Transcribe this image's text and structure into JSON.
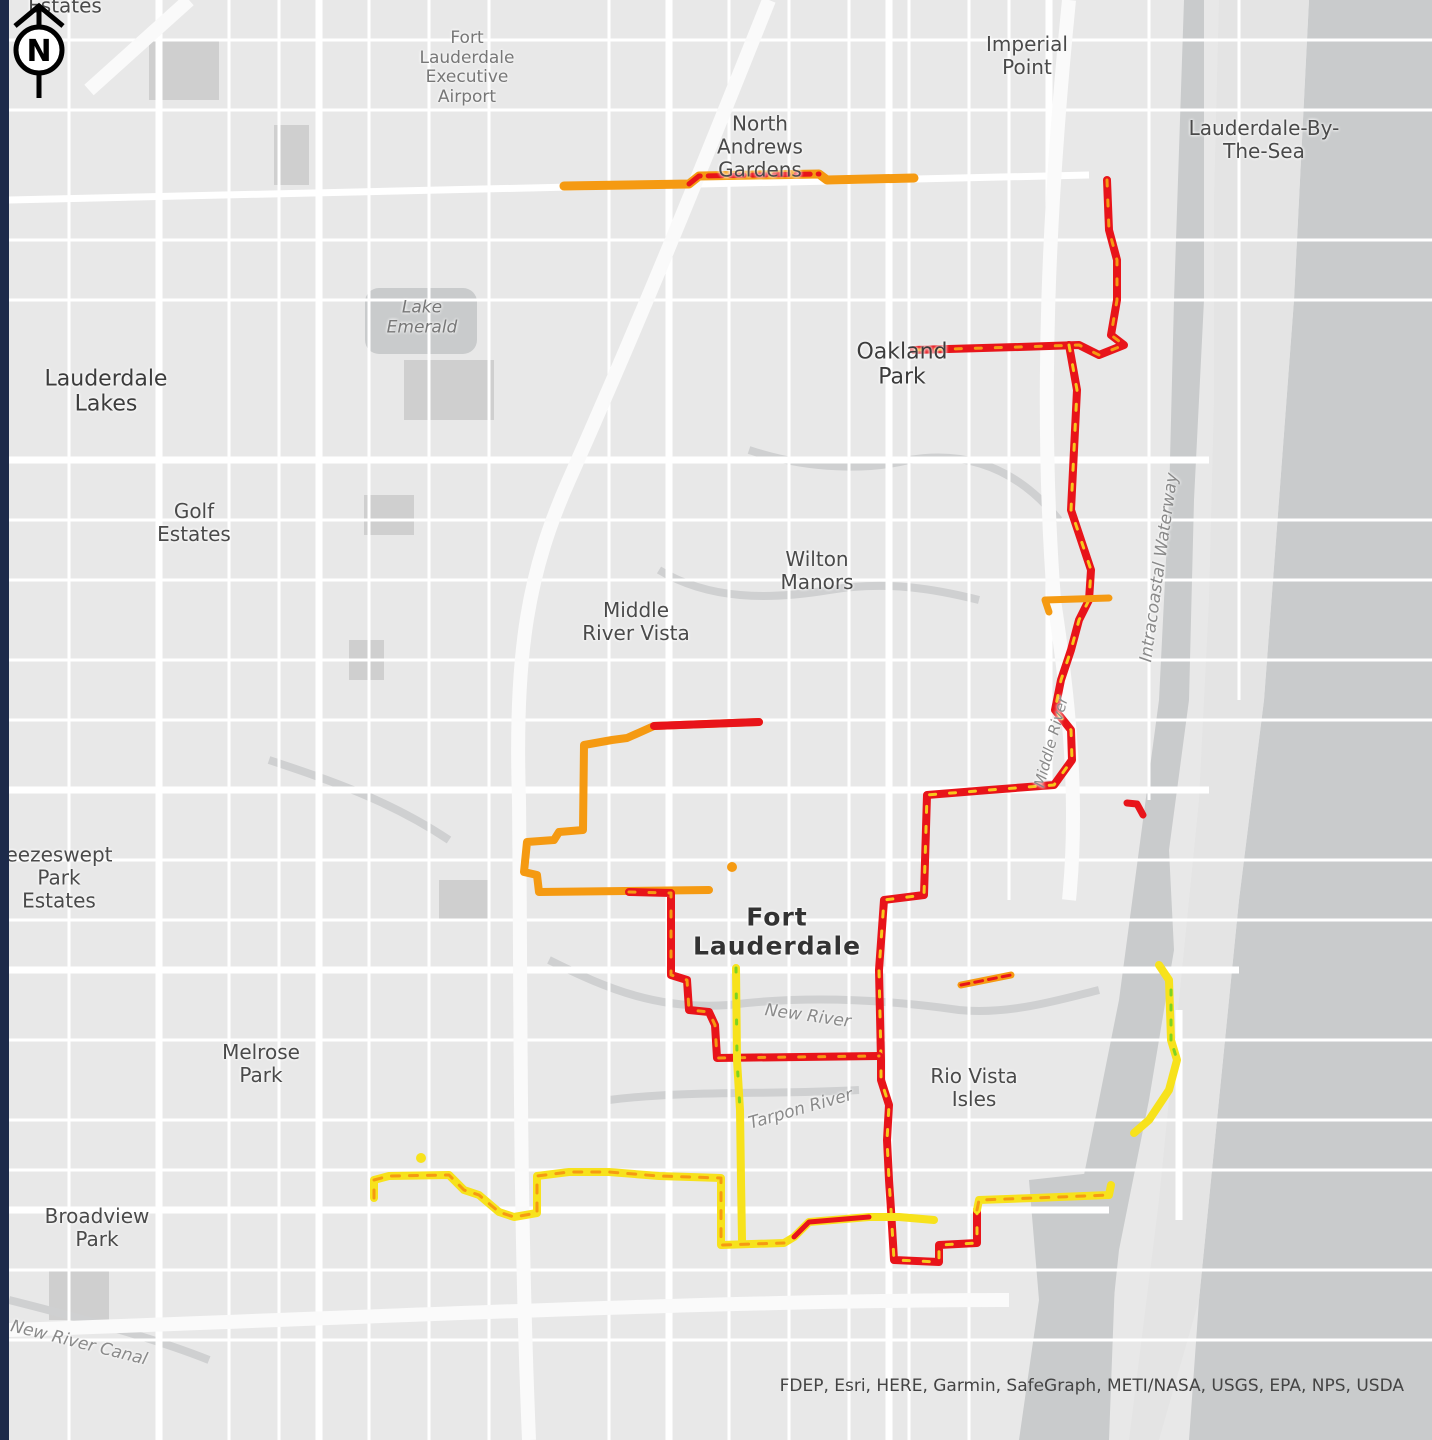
{
  "labels": {
    "estates_top": "Estates",
    "fll_airport": "Fort\nLauderdale\nExecutive\nAirport",
    "imperial_point": "Imperial\nPoint",
    "north_andrews": "North\nAndrews\nGardens",
    "lauderdale_by_the_sea": "Lauderdale-By-The-Sea",
    "lake_emerald": "Lake\nEmerald",
    "lauderdale_lakes": "Lauderdale\nLakes",
    "oakland_park": "Oakland\nPark",
    "golf_estates": "Golf\nEstates",
    "wilton_manors": "Wilton\nManors",
    "middle_river_vista": "Middle\nRiver Vista",
    "breezeswept": "eezeswept\nPark\nEstates",
    "fort_lauderdale": "Fort\nLauderdale",
    "melrose_park": "Melrose\nPark",
    "rio_vista": "Rio Vista\nIsles",
    "broadview_park": "Broadview\nPark"
  },
  "water_labels": {
    "intracoastal": "Intracoastal Waterway",
    "middle_river": "Middle River",
    "new_river": "New River",
    "tarpon_river": "Tarpon River",
    "new_river_canal": "New River Canal"
  },
  "attribution": "FDEP, Esri, HERE, Garmin, SafeGraph, METI/NASA, USGS, EPA, NPS, USDA",
  "north_arrow": {
    "icon": "north-arrow-icon",
    "letter": "N"
  },
  "legend_colors": {
    "high": "#e8141a",
    "medium": "#f59a12",
    "low": "#f7e21c",
    "marker": "#7ed321"
  },
  "land_color": "#e8e8e8",
  "water_color": "#c9cbcc",
  "road_color": "#ffffff"
}
